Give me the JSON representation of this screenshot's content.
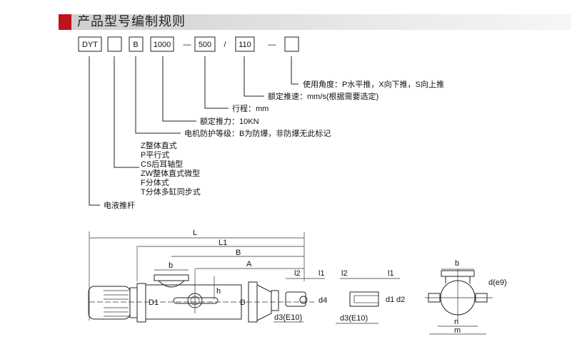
{
  "header": {
    "title": "产品型号编制规则",
    "accent_color": "#c0111a"
  },
  "code_boxes": [
    "DYT",
    "",
    "B",
    "1000",
    "500",
    "110",
    ""
  ],
  "separators": [
    "—",
    "/",
    "—"
  ],
  "legend": {
    "angle": "使用角度：P水平推，X向下推，S向上推",
    "speed": "额定推速：mm/s(根据需要选定)",
    "stroke": "行程：mm",
    "thrust": "额定推力：10KN",
    "protection": "电机防护等级：B为防爆，非防爆无此标记",
    "types": [
      "Z整体直式",
      "P平行式",
      "CS后耳轴型",
      "ZW整体直式微型",
      "F分体式",
      "T分体多缸同步式"
    ],
    "product": "电液推杆"
  },
  "drawing_labels": {
    "L": "L",
    "L1": "L1",
    "B": "B",
    "A": "A",
    "b": "b",
    "h": "h",
    "D1": "D1",
    "D": "D",
    "l1": "l1",
    "l2": "l2",
    "d4": "d4",
    "d3": "d3(E10)",
    "d1": "d1",
    "d2": "d2",
    "de": "d(e9)",
    "n": "n",
    "m": "m"
  }
}
